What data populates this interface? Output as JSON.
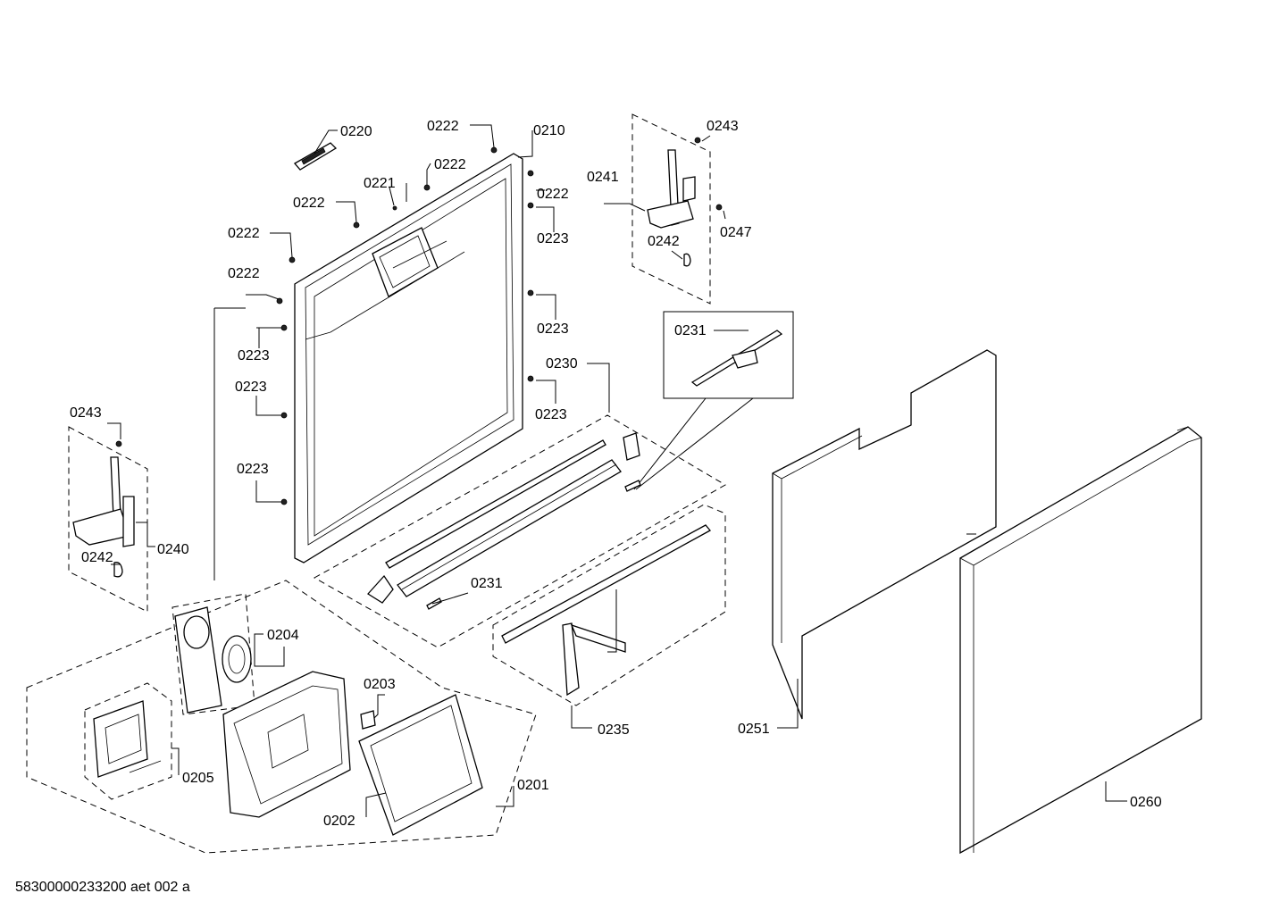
{
  "diagram": {
    "footer": "58300000233200 aet 002 a",
    "labels": {
      "p0220": "0220",
      "p0222_a": "0222",
      "p0210": "0210",
      "p0222_b": "0222",
      "p0221": "0221",
      "p0222_c": "0222",
      "p0222_d": "0222",
      "p0223_a": "0223",
      "p0222_e": "0222",
      "p0222_f": "0222",
      "p0223_b": "0223",
      "p0223_c": "0223",
      "p0223_d": "0223",
      "p0223_e": "0223",
      "p0223_f": "0223",
      "p0230": "0230",
      "p0243_a": "0243",
      "p0241": "0241",
      "p0247": "0247",
      "p0242_a": "0242",
      "p0231_a": "0231",
      "p0243_b": "0243",
      "p0240": "0240",
      "p0242_b": "0242",
      "p0231_b": "0231",
      "p0204": "0204",
      "p0203": "0203",
      "p0235": "0235",
      "p0251": "0251",
      "p0205": "0205",
      "p0201": "0201",
      "p0202": "0202",
      "p0260": "0260"
    }
  }
}
